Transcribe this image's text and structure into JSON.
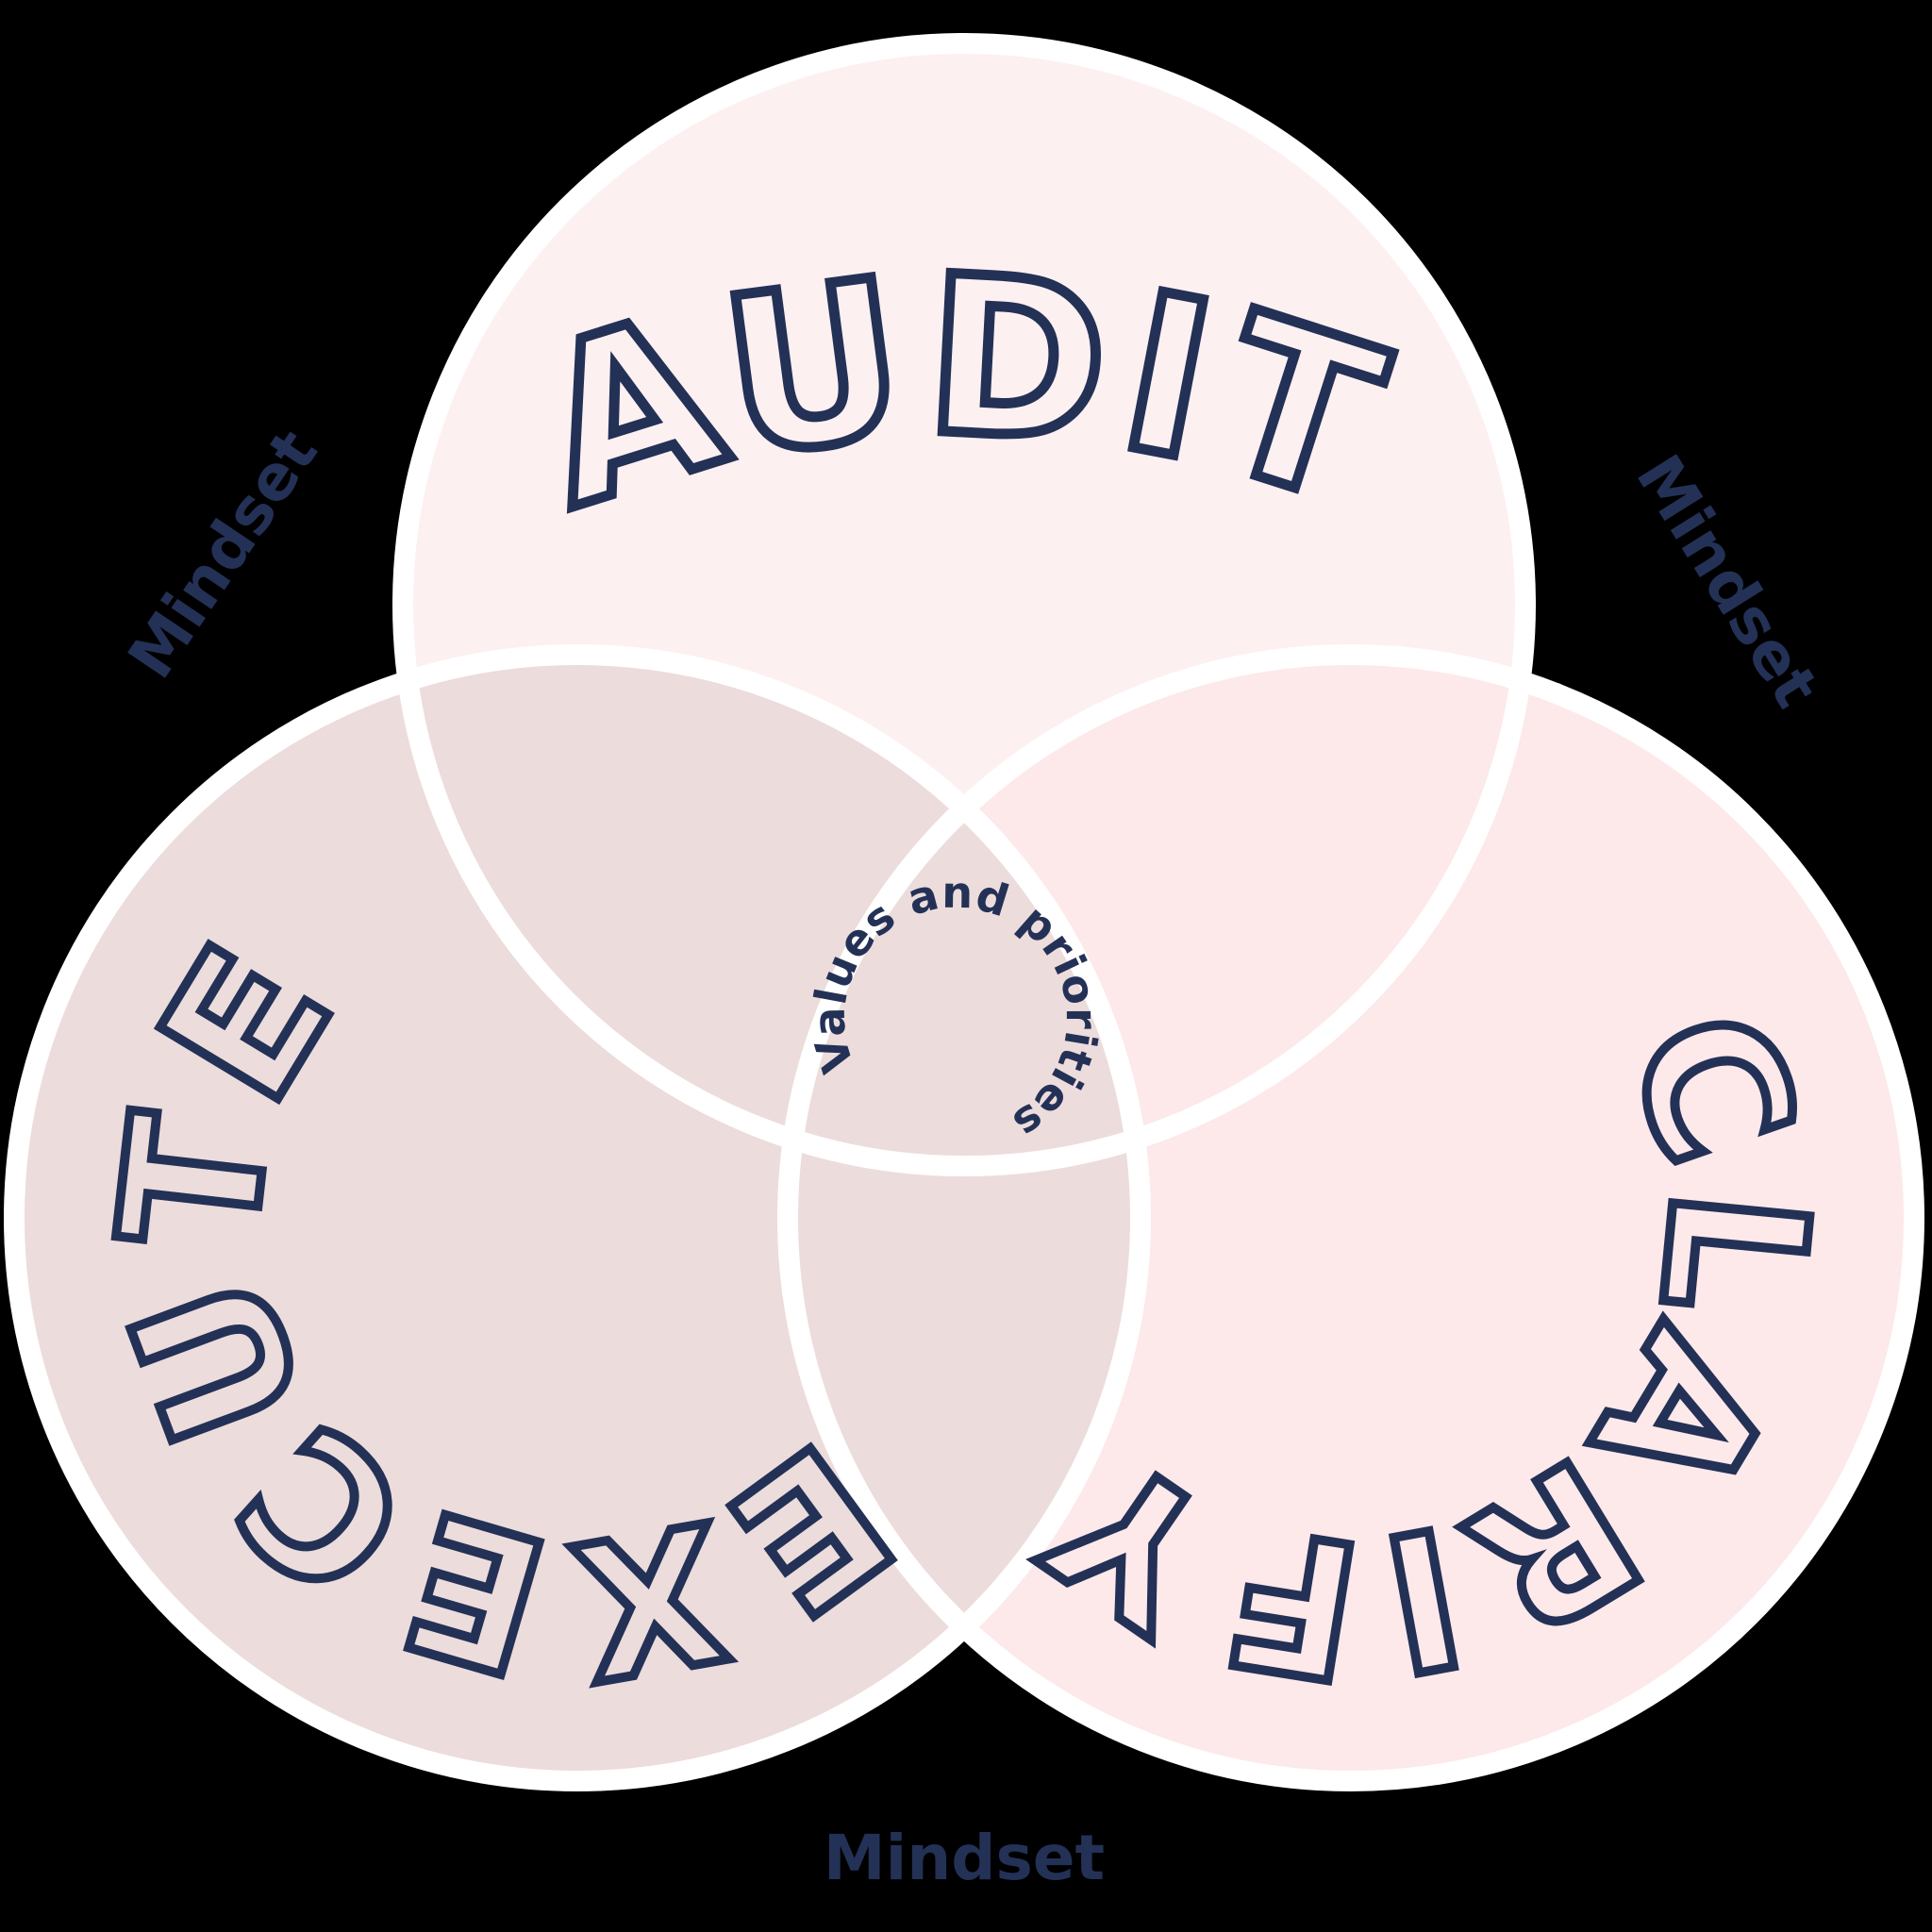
{
  "diagram": {
    "type": "venn-3",
    "title": "Audit / Clarify / Execute mindset venn diagram",
    "sets": [
      {
        "id": "audit",
        "label": "AUDIT",
        "position": "top"
      },
      {
        "id": "execute",
        "label": "EXECUTE",
        "position": "bottom-left"
      },
      {
        "id": "clarify",
        "label": "CLARIFY",
        "position": "bottom-right"
      },
      {
        "id": "center",
        "label": "Values and priorities",
        "position": "center-intersection"
      }
    ],
    "outer_labels": [
      {
        "id": "mindset-upper-left",
        "text": "Mindset",
        "position": "upper-left",
        "rotation_deg": -56
      },
      {
        "id": "mindset-upper-right",
        "text": "Mindset",
        "position": "upper-right",
        "rotation_deg": 58
      },
      {
        "id": "mindset-bottom",
        "text": "Mindset",
        "position": "bottom-center",
        "rotation_deg": 0
      }
    ]
  },
  "colors": {
    "background": "#000000",
    "ring": "#ffffff",
    "navy": "#243156",
    "circle_top_fill": "#fdf0f1",
    "circle_right_fill": "#fde9ea",
    "circle_left_fill": "#ecdcdb"
  }
}
